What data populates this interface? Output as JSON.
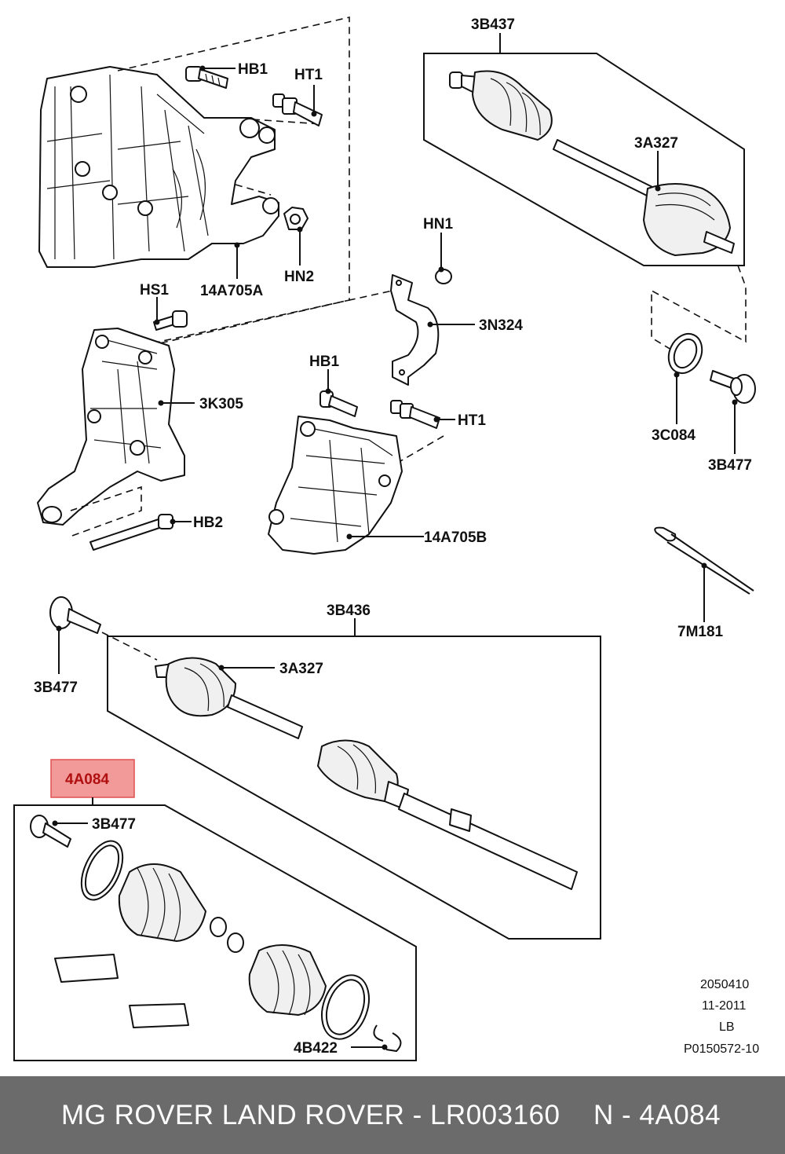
{
  "callouts": {
    "3B437": "3B437",
    "HB1_top": "HB1",
    "HT1_top": "HT1",
    "3A327_top": "3A327",
    "HN1": "HN1",
    "HN2": "HN2",
    "14A705A": "14A705A",
    "HS1": "HS1",
    "3N324": "3N324",
    "HB1_mid": "HB1",
    "3K305": "3K305",
    "HT1_mid": "HT1",
    "3C084": "3C084",
    "3B477_right": "3B477",
    "HB2": "HB2",
    "14A705B": "14A705B",
    "7M181": "7M181",
    "3B436": "3B436",
    "3A327_bottom": "3A327",
    "3B477_left": "3B477",
    "4A084": "4A084",
    "3B477_kit": "3B477",
    "4B422": "4B422"
  },
  "meta": {
    "line1": "2050410",
    "line2": "11-2011",
    "line3": "LB",
    "line4": "P0150572-10"
  },
  "colors": {
    "highlight_fill": "#f29a9a",
    "highlight_border": "#e05050",
    "highlight_text": "#b01010",
    "footer_bg": "#6b6b6b",
    "footer_text": "#ffffff"
  },
  "footer": {
    "left": "MG ROVER LAND ROVER - LR003160",
    "right": "N - 4A084"
  }
}
